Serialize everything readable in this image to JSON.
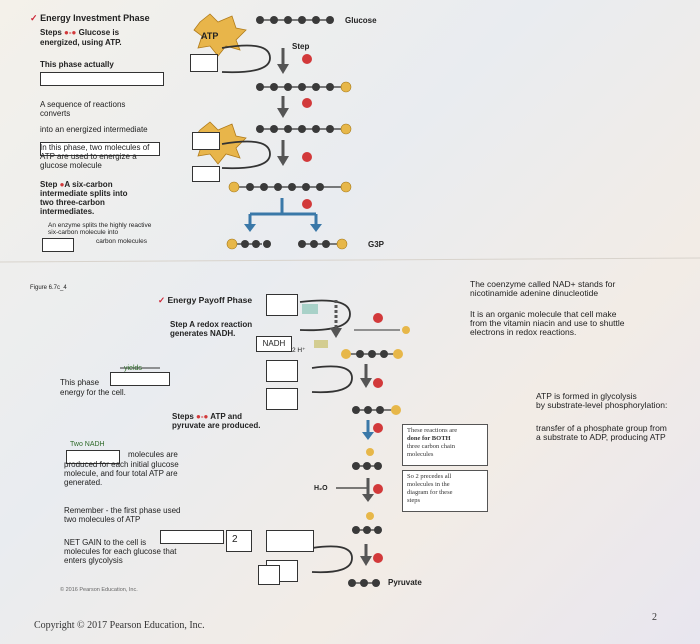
{
  "phase1": {
    "title": "Energy Investment Phase",
    "subtitle_1": "Steps",
    "subtitle_2": "Glucose is",
    "subtitle_3": "energized, using ATP.",
    "step_label": "Step",
    "atp": "ATP",
    "glucose": "Glucose",
    "this_phase": "This phase actually",
    "sequence": "A sequence of reactions",
    "converts": "converts",
    "into_energized": "into an energized intermediate",
    "in_this_phase_1": "In this phase, two molecules of",
    "in_this_phase_2": "ATP are used to energize a",
    "in_this_phase_3": "glucose molecule",
    "step_a_1": "Step",
    "step_a_2": "A six-carbon",
    "step_a_3": "intermediate splits into",
    "step_a_4": "two three-carbon",
    "step_a_5": "intermediates.",
    "enzyme_1": "An enzyme splits the highly reactive",
    "enzyme_2": "six-carbon molecule into",
    "enzyme_3": "carbon molecules",
    "g3p": "G3P",
    "figure": "Figure 6.7c_4"
  },
  "phase2": {
    "title": "Energy Payoff Phase",
    "step": "Step",
    "redox_1": "A redox reaction",
    "redox_2": "generates NADH.",
    "nadh": "NADH",
    "two_h": "2 H⁺",
    "yields": "yields",
    "this_phase_1": "This phase",
    "this_phase_2": "energy for the cell.",
    "steps_atp_1": "Steps",
    "steps_atp_2": "ATP and",
    "steps_atp_3": "pyruvate are produced.",
    "two_nadh": "Two NADH",
    "molecules_are": "molecules are",
    "produced_1": "produced for each initial glucose",
    "produced_2": "molecule, and four total ATP are",
    "produced_3": "generated.",
    "remember_1": "Remember - the first phase used",
    "remember_2": "two molecules of ATP",
    "net_1": "NET GAIN to the cell is",
    "net_2": "molecules for each glucose that",
    "net_3": "enters glycolysis",
    "net_value": "2",
    "water": "H₂O",
    "pyruvate": "Pyruvate",
    "pearson_small": "© 2016 Pearson Education, Inc."
  },
  "right": {
    "nad_1": "The coenzyme called NAD+ stands for",
    "nad_2": "nicotinamide adenine dinucleotide",
    "organic_1": "It is an organic molecule that cell make",
    "organic_2": "from the vitamin niacin and use to shuttle",
    "organic_3": "electrons in redox reactions.",
    "atp_formed_1": "ATP is formed in glycolysis",
    "atp_formed_2": "by substrate-level phosphorylation:",
    "transfer_1": "transfer of a phosphate group from",
    "transfer_2": "a substrate to ADP, producing ATP"
  },
  "notes": {
    "n1_1": "These reactions are",
    "n1_2": "done for BOTH",
    "n1_3": "three carbon chain",
    "n1_4": "molecules",
    "n2_1": "So 2 precedes all",
    "n2_2": "molecules in the",
    "n2_3": "diagram for these",
    "n2_4": "steps"
  },
  "footer": {
    "copyright": "Copyright © 2017 Pearson Education, Inc.",
    "page": "2"
  }
}
